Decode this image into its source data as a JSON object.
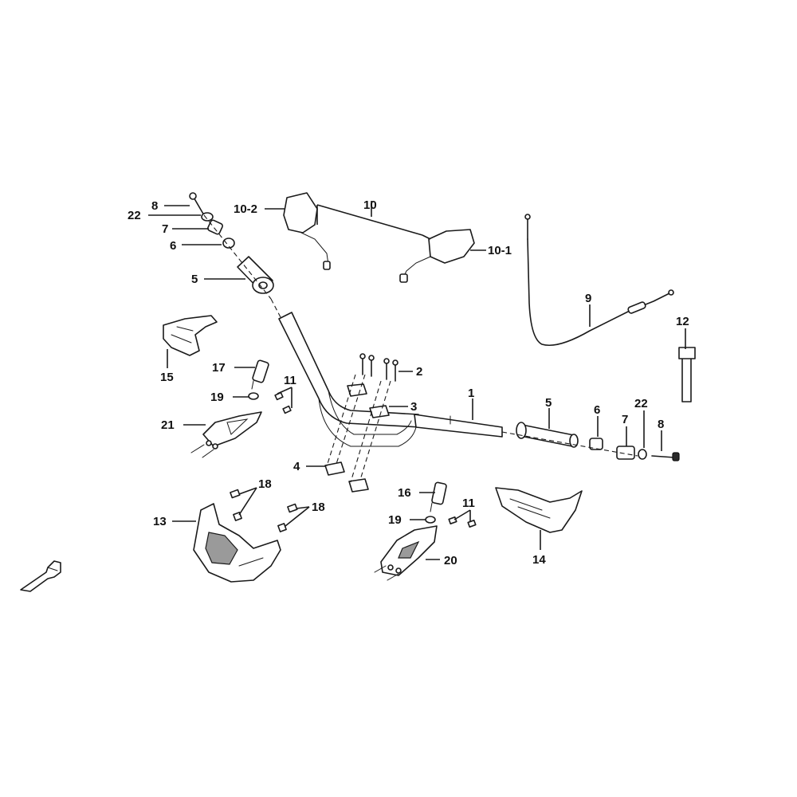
{
  "labels": {
    "p1": "1",
    "p2": "2",
    "p3": "3",
    "p4": "4",
    "p5_left": "5",
    "p5_right": "5",
    "p6_left": "6",
    "p6_right": "6",
    "p7_left": "7",
    "p7_right": "7",
    "p8_left": "8",
    "p8_right": "8",
    "p9": "9",
    "p10": "10",
    "p10_1": "10-1",
    "p10_2": "10-2",
    "p11_left": "11",
    "p11_right": "11",
    "p12": "12",
    "p13": "13",
    "p14": "14",
    "p15": "15",
    "p16": "16",
    "p17": "17",
    "p18_a": "18",
    "p18_b": "18",
    "p19_left": "19",
    "p19_right": "19",
    "p20": "20",
    "p21": "21",
    "p22_left": "22",
    "p22_right": "22"
  },
  "icons": {
    "direction": "front-direction-arrow-icon"
  },
  "colors": {
    "line": "#1a1a1a",
    "background": "#ffffff"
  }
}
